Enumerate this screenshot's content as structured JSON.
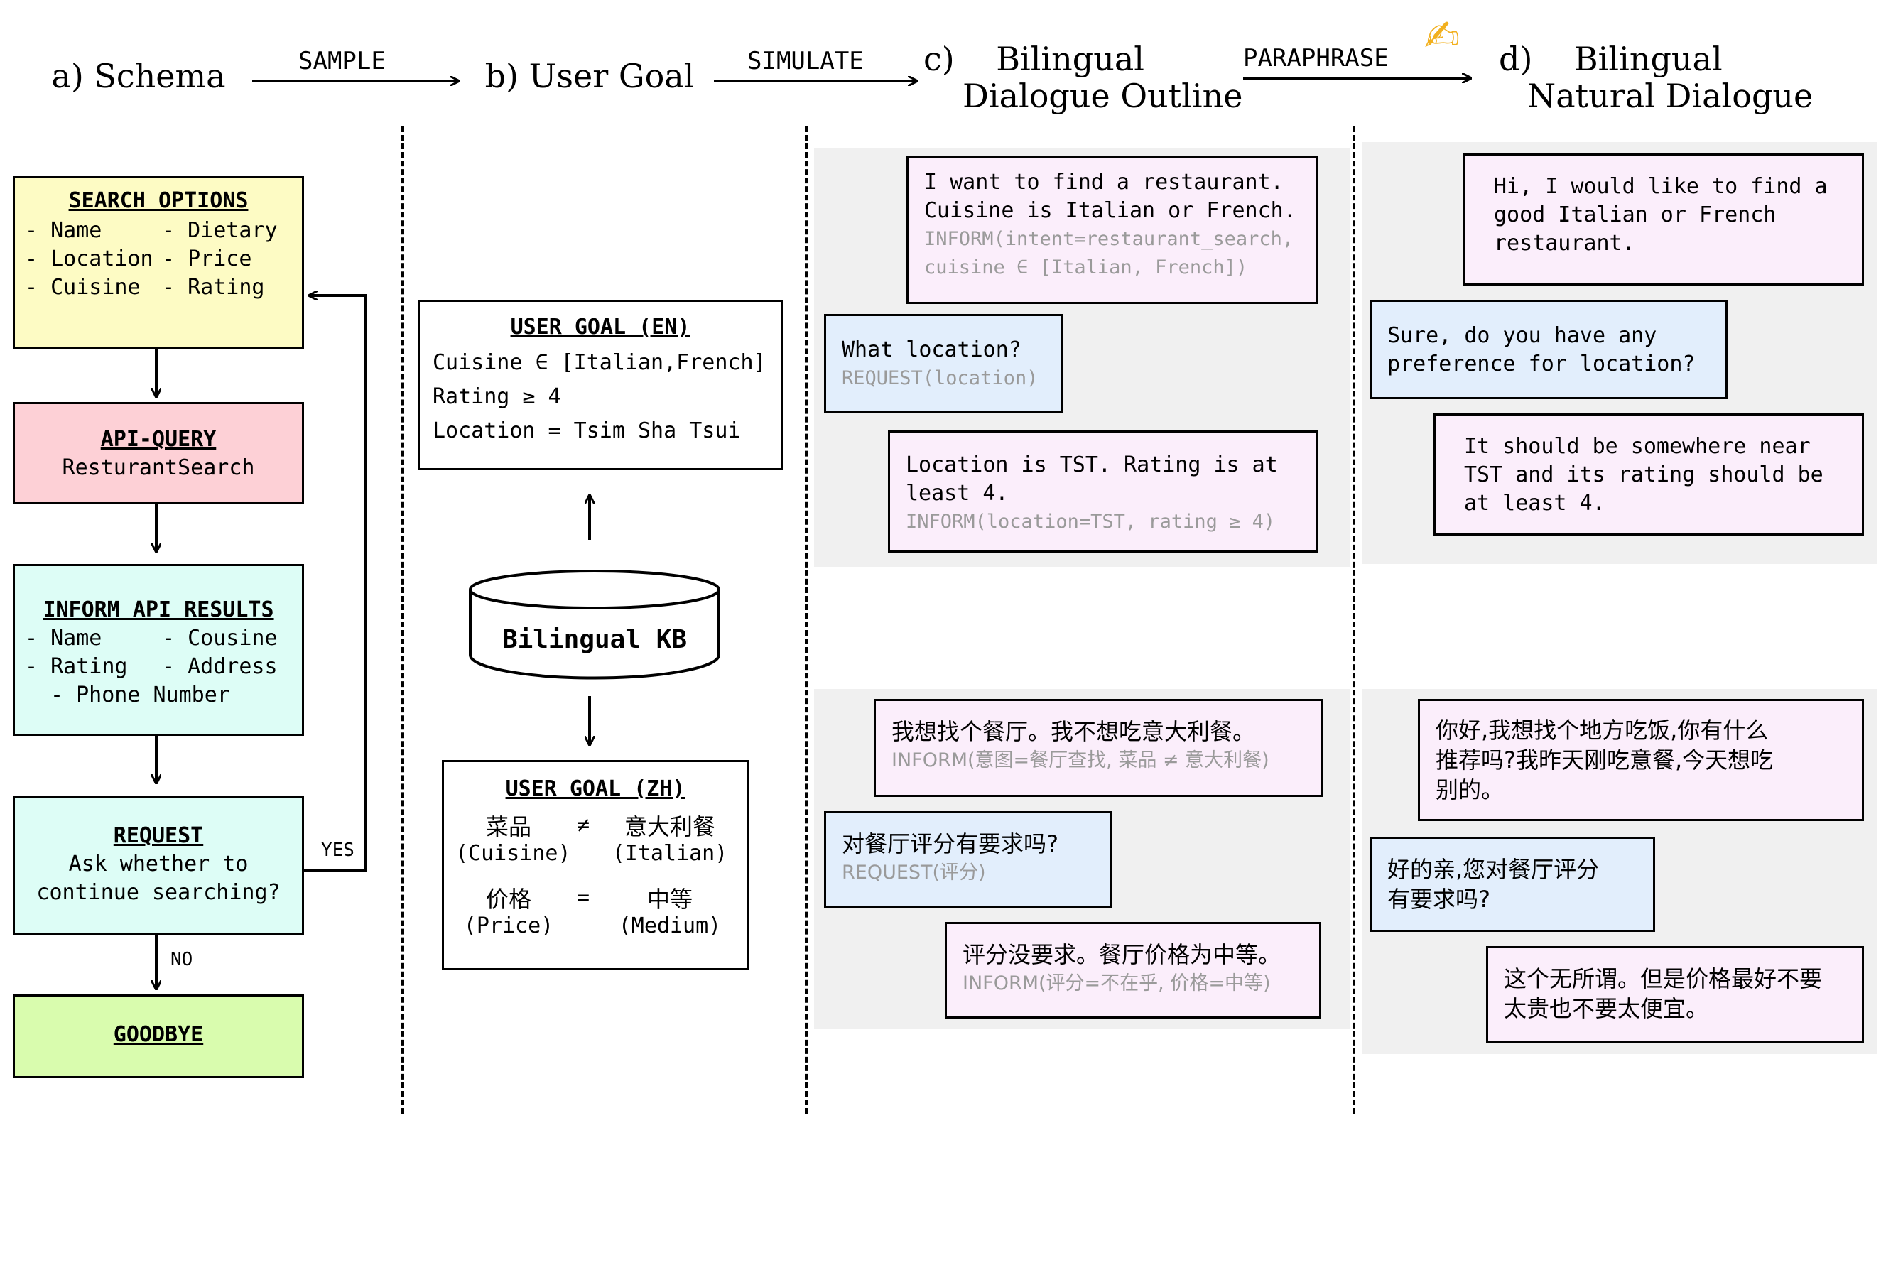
{
  "header": {
    "schema": "a) Schema",
    "user_goal": "b) User Goal",
    "outline_1": "c)    Bilingual",
    "outline_2": "Dialogue Outline",
    "natural_1": "d)    Bilingual",
    "natural_2": "Natural Dialogue",
    "sample": "SAMPLE",
    "simulate": "SIMULATE",
    "paraphrase": "PARAPHRASE",
    "hand_emoji": "✍"
  },
  "schema": {
    "search_options": {
      "title": "SEARCH OPTIONS",
      "items": [
        "- Name",
        "- Dietary",
        "- Location",
        "- Price",
        "- Cuisine",
        "- Rating"
      ]
    },
    "api_query": {
      "title": "API-QUERY",
      "text": "ResturantSearch"
    },
    "inform": {
      "title": "INFORM API RESULTS",
      "items": [
        "- Name",
        "- Cousine",
        "- Rating",
        "- Address"
      ],
      "last": "- Phone Number"
    },
    "request": {
      "title": "REQUEST",
      "line1": "Ask whether to",
      "line2": "continue searching?"
    },
    "yes": "YES",
    "no": "NO",
    "goodbye": "GOODBYE",
    "colors": {
      "yellow": "#fdfbc4",
      "red": "#fdd0d6",
      "cyan": "#ddfdf6",
      "green": "#d9fcae"
    }
  },
  "goal_en": {
    "title": "USER GOAL (EN)",
    "lines": [
      "Cuisine ∈ [Italian,French]",
      "Rating ≥ 4",
      "Location = Tsim Sha Tsui"
    ]
  },
  "kb": {
    "label": "Bilingual KB"
  },
  "goal_zh": {
    "title": "USER GOAL (ZH)",
    "r1": {
      "k": "菜品",
      "k_en": "(Cuisine)",
      "op": "≠",
      "v": "意大利餐",
      "v_en": "(Italian)"
    },
    "r2": {
      "k": "价格",
      "k_en": "(Price)",
      "op": "=",
      "v": "中等",
      "v_en": "(Medium)"
    }
  },
  "outline_en": [
    {
      "text1": "I want to find a restaurant.",
      "text2": "Cuisine is Italian or French.",
      "an1": "INFORM(intent=restaurant_search,",
      "an2": "cuisine ∈ [Italian, French])"
    },
    {
      "text1": "What location?",
      "an1": "REQUEST(location)"
    },
    {
      "text1": "Location is TST. Rating is at",
      "text2": "least 4.",
      "an1": "INFORM(location=TST, rating ≥ 4)"
    }
  ],
  "natural_en": [
    {
      "l1": "Hi, I would like to find a",
      "l2": "good Italian or French",
      "l3": "restaurant."
    },
    {
      "l1": "Sure, do you have any",
      "l2": "preference for location?"
    },
    {
      "l1": "It should be somewhere near",
      "l2": "TST and its rating should be",
      "l3": "at least 4."
    }
  ],
  "outline_zh": [
    {
      "text1": "我想找个餐厅。我不想吃意大利餐。",
      "an1": "INFORM(意图=餐厅查找, 菜品 ≠ 意大利餐)"
    },
    {
      "text1": "对餐厅评分有要求吗?",
      "an1": "REQUEST(评分)"
    },
    {
      "text1": "评分没要求。餐厅价格为中等。",
      "an1": "INFORM(评分=不在乎, 价格=中等)"
    }
  ],
  "natural_zh": [
    {
      "l1": "你好,我想找个地方吃饭,你有什么",
      "l2": "推荐吗?我昨天刚吃意餐,今天想吃",
      "l3": "别的。"
    },
    {
      "l1": "好的亲,您对餐厅评分",
      "l2": "有要求吗?"
    },
    {
      "l1": "这个无所谓。但是价格最好不要",
      "l2": "太贵也不要太便宜。"
    }
  ]
}
